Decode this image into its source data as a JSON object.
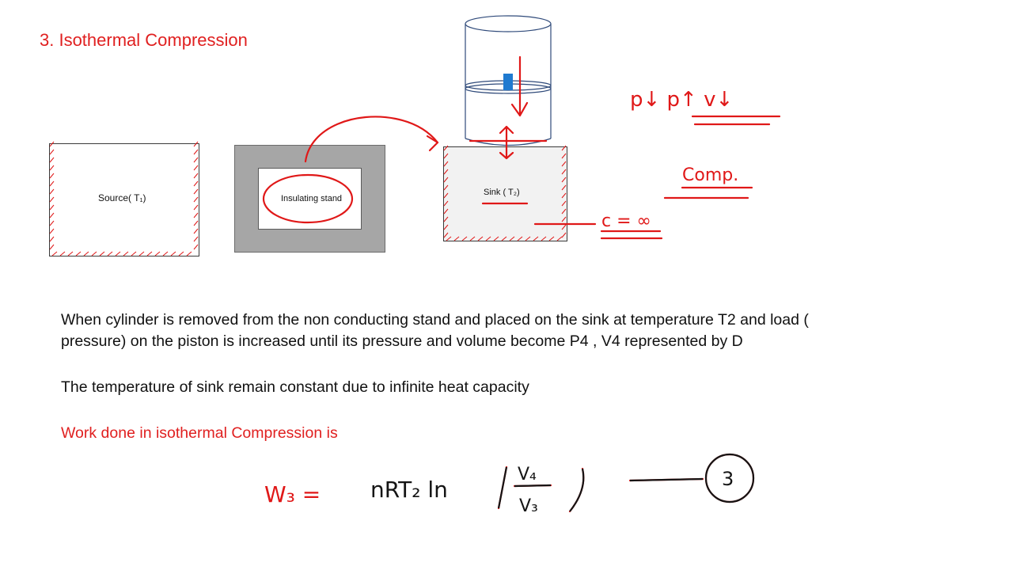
{
  "title": "3. Isothermal Compression",
  "diagram": {
    "source_label": "Source( T₁)",
    "stand_label": "Insulating stand",
    "sink_label": "Sink ( T₂)"
  },
  "paragraphs": {
    "p1_line1": "When cylinder is removed from the non conducting stand and placed on the sink at temperature T2 and load (",
    "p1_line2": "pressure) on the piston is increased until its pressure  and volume become P4 , V4 represented by D",
    "p2": "The temperature of sink remain constant due to infinite heat capacity",
    "p3": "Work done in isothermal Compression is"
  },
  "annotations": {
    "pressure_note": "p↓ p↑ v↓",
    "comp_note": "Comp.",
    "c_note": "c = ∞",
    "work_lhs": "W₃ =",
    "work_rhs_factor": "nRT₂ ln",
    "frac_num": "V₄",
    "frac_den": "V₃",
    "eq_number": "3"
  }
}
